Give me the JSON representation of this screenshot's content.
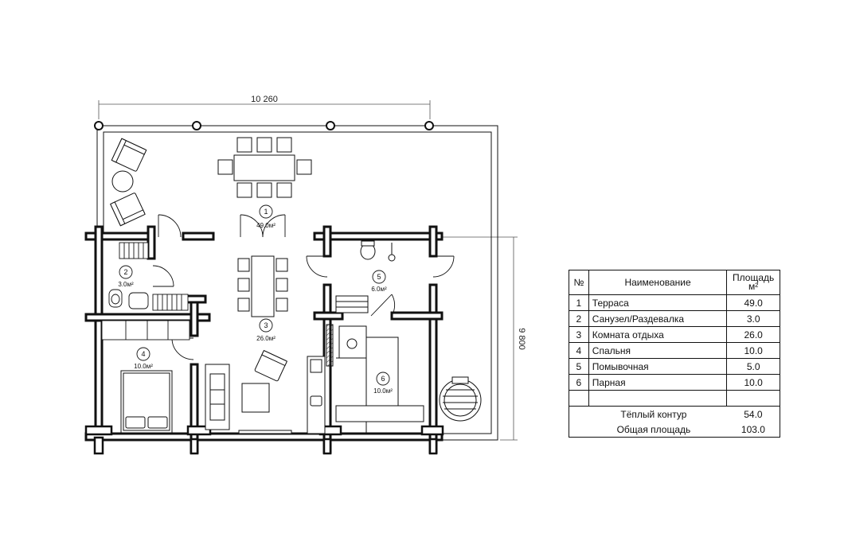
{
  "dimensions": {
    "width_label": "10 260",
    "height_label": "9 800"
  },
  "rooms": [
    {
      "num": "1",
      "area": "49.0м²"
    },
    {
      "num": "2",
      "area": "3.0м²"
    },
    {
      "num": "3",
      "area": "26.0м²"
    },
    {
      "num": "4",
      "area": "10.0м²"
    },
    {
      "num": "5",
      "area": "6.0м²"
    },
    {
      "num": "6",
      "area": "10.0м²"
    }
  ],
  "legend": {
    "headers": {
      "no": "№",
      "name": "Наименование",
      "area_line1": "Площадь",
      "area_line2": "м²"
    },
    "rows": [
      {
        "no": "1",
        "name": "Терраса",
        "area": "49.0"
      },
      {
        "no": "2",
        "name": "Санузел/Раздевалка",
        "area": "3.0"
      },
      {
        "no": "3",
        "name": "Комната отдыха",
        "area": "26.0"
      },
      {
        "no": "4",
        "name": "Спальня",
        "area": "10.0"
      },
      {
        "no": "5",
        "name": "Помывочная",
        "area": "5.0"
      },
      {
        "no": "6",
        "name": "Парная",
        "area": "10.0"
      }
    ],
    "totals": [
      {
        "label": "Тёплый контур",
        "value": "54.0"
      },
      {
        "label": "Общая площадь",
        "value": "103.0"
      }
    ]
  }
}
